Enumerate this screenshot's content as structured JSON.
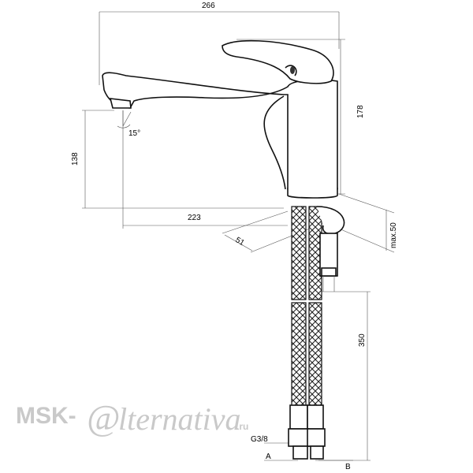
{
  "dimensions": {
    "width_total": "266",
    "height_total": "178",
    "spout_height": "138",
    "spout_reach": "223",
    "base_diameter": "51",
    "max_thickness": "max.50",
    "hose_length": "350",
    "angle": "15°",
    "thread": "G3/8",
    "connector_a": "A",
    "connector_b": "B"
  },
  "watermark": {
    "prefix": "MSK-",
    "symbol": "@",
    "brand": "lternativa",
    "suffix": ".ru"
  },
  "colors": {
    "line": "#111111",
    "dimension": "#555555",
    "watermark": "#c9c9c9"
  }
}
